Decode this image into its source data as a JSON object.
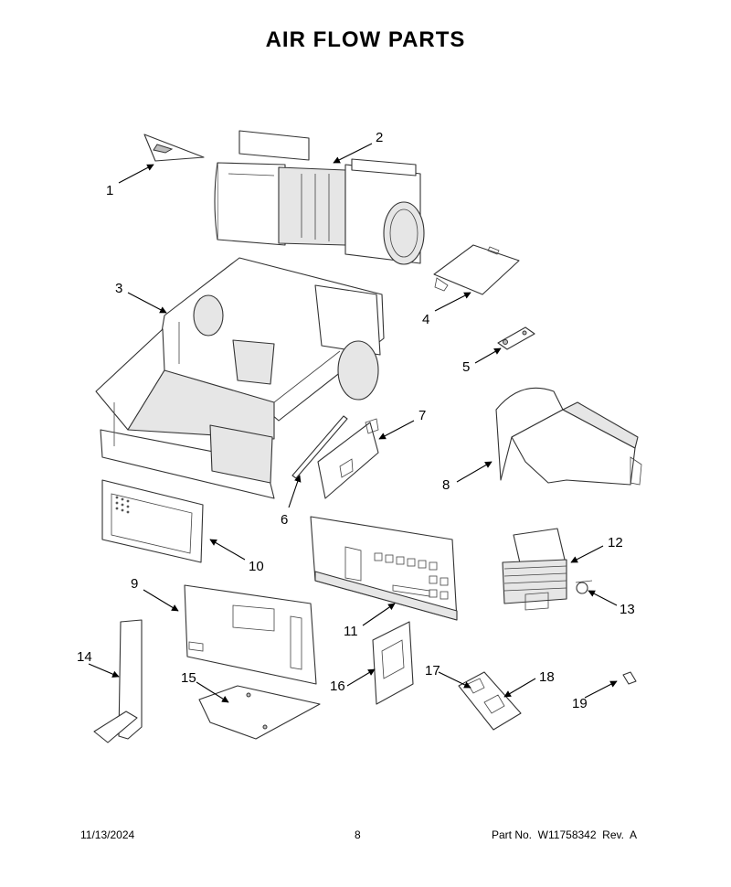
{
  "title": "AIR FLOW PARTS",
  "callouts": [
    "1",
    "2",
    "3",
    "4",
    "5",
    "6",
    "7",
    "8",
    "9",
    "10",
    "11",
    "12",
    "13",
    "14",
    "15",
    "16",
    "17",
    "18",
    "19"
  ],
  "footer": {
    "date": "11/13/2024",
    "page": "8",
    "part_no": "Part No.  W11758342  Rev.  A"
  }
}
